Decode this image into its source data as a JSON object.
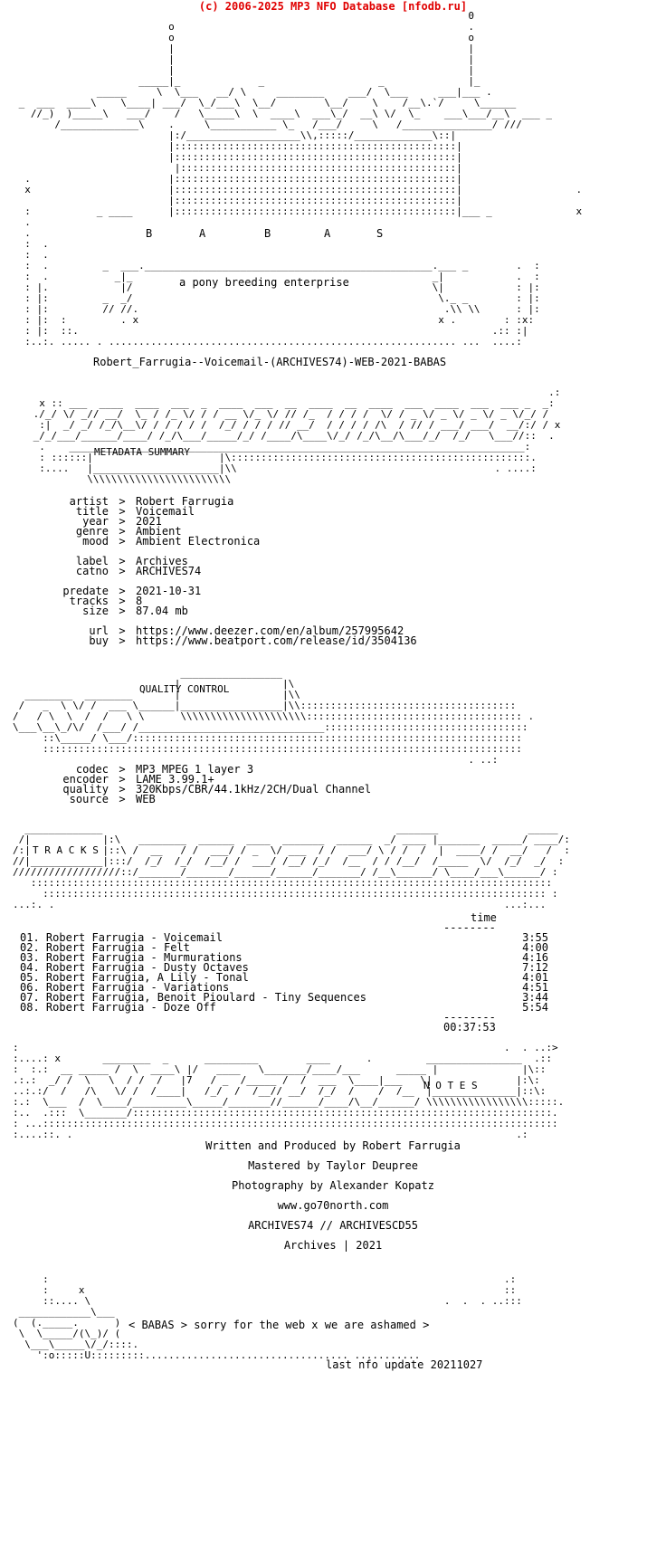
{
  "header": {
    "text": "(c) 2006-2025 MP3 NFO Database [nfodb.ru]"
  },
  "logo": {
    "letters": [
      "B",
      "A",
      "B",
      "A",
      "S"
    ],
    "tagline": "a pony breeding enterprise"
  },
  "release_name": "Robert_Farrugia--Voicemail-(ARCHIVES74)-WEB-2021-BABAS",
  "sections": {
    "metadata": "METADATA SUMMARY",
    "quality": "QUALITY CONTROL",
    "tracks": "T R A C K S",
    "notes": "N O T E S"
  },
  "metadata": [
    {
      "key": "artist",
      "value": "Robert Farrugia"
    },
    {
      "key": "title",
      "value": "Voicemail"
    },
    {
      "key": "year",
      "value": "2021"
    },
    {
      "key": "genre",
      "value": "Ambient"
    },
    {
      "key": "mood",
      "value": "Ambient Electronica"
    },
    {
      "key": "label",
      "value": "Archives"
    },
    {
      "key": "catno",
      "value": "ARCHIVES74"
    },
    {
      "key": "predate",
      "value": "2021-10-31"
    },
    {
      "key": "tracks",
      "value": "8"
    },
    {
      "key": "size",
      "value": "87.04 mb"
    },
    {
      "key": "url",
      "value": "https://www.deezer.com/en/album/257995642"
    },
    {
      "key": "buy",
      "value": "https://www.beatport.com/release/id/3504136"
    }
  ],
  "quality": [
    {
      "key": "codec",
      "value": "MP3 MPEG 1 layer 3"
    },
    {
      "key": "encoder",
      "value": "LAME 3.99.1+"
    },
    {
      "key": "quality",
      "value": "320Kbps/CBR/44.1kHz/2CH/Dual Channel"
    },
    {
      "key": "source",
      "value": "WEB"
    }
  ],
  "tracklist": {
    "time_header": "time",
    "rule": "--------",
    "total": "00:37:53",
    "items": [
      {
        "num": "01.",
        "title": "Robert Farrugia - Voicemail",
        "time": "3:55"
      },
      {
        "num": "02.",
        "title": "Robert Farrugia - Felt",
        "time": "4:00"
      },
      {
        "num": "03.",
        "title": "Robert Farrugia - Murmurations",
        "time": "4:16"
      },
      {
        "num": "04.",
        "title": "Robert Farrugia - Dusty Octaves",
        "time": "7:12"
      },
      {
        "num": "05.",
        "title": "Robert Farrugia, A Lily - Tonal",
        "time": "4:01"
      },
      {
        "num": "06.",
        "title": "Robert Farrugia - Variations",
        "time": "4:51"
      },
      {
        "num": "07.",
        "title": "Robert Farrugia, Benoit Pioulard - Tiny Sequences",
        "time": "3:44"
      },
      {
        "num": "08.",
        "title": "Robert Farrugia - Doze Off",
        "time": "5:54"
      }
    ]
  },
  "notes": [
    "Written and Produced by Robert Farrugia",
    "Mastered by Taylor Deupree",
    "Photography by Alexander Kopatz",
    "www.go70north.com",
    "ARCHIVES74 // ARCHIVESCD55",
    "Archives | 2021"
  ],
  "footer": {
    "message": "< BABAS > sorry for the web x we are ashamed >",
    "last_update": "last nfo update 20211027"
  },
  "colors": {
    "header": "#e00000",
    "text": "#000000",
    "background": "#ffffff"
  }
}
